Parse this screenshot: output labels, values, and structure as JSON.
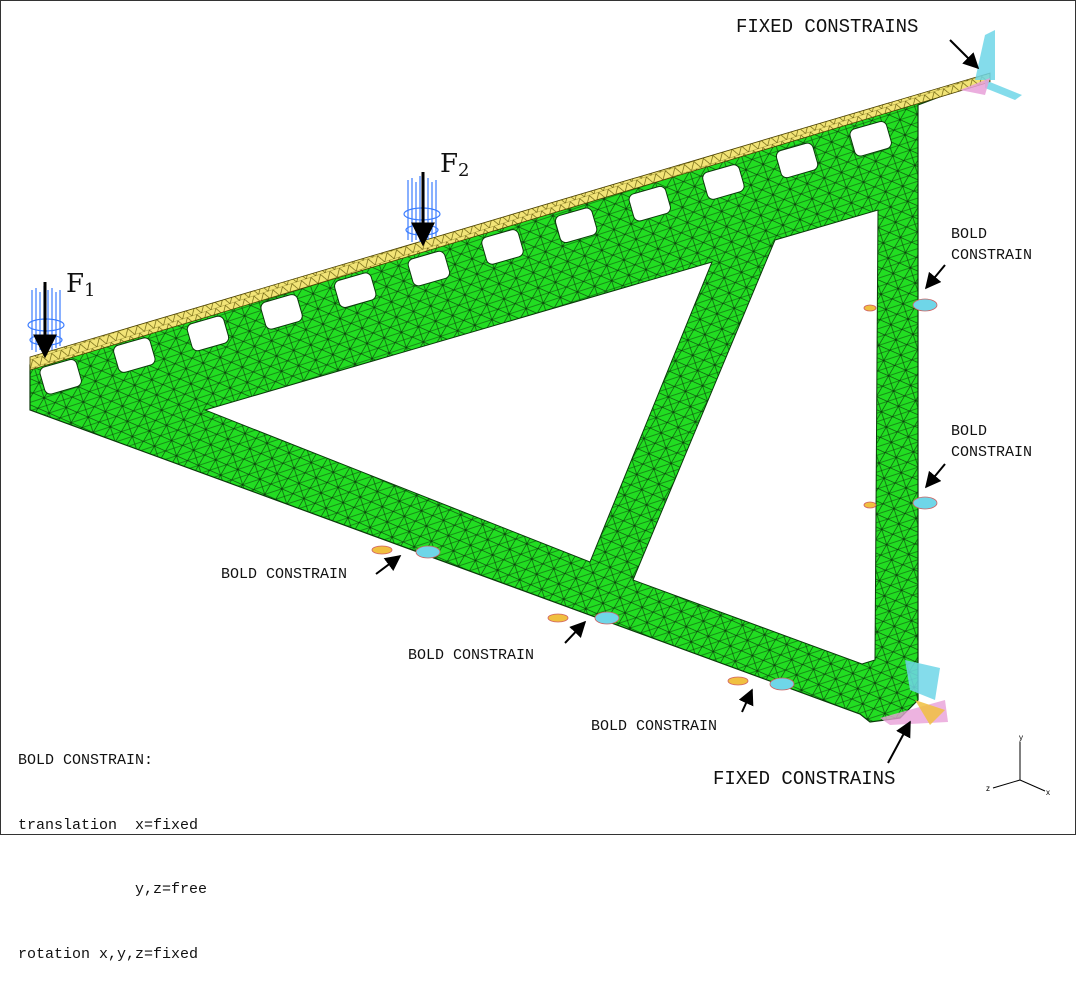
{
  "labels": {
    "fixed_top": "FIXED CONSTRAINS",
    "fixed_bottom": "FIXED CONSTRAINS",
    "bold": "BOLD CONSTRAIN",
    "bold_right_1_line1": "BOLD",
    "bold_right_1_line2": "CONSTRAIN",
    "bold_right_2_line1": "BOLD",
    "bold_right_2_line2": "CONSTRAIN"
  },
  "forces": {
    "f1_base": "F",
    "f1_sub": "1",
    "f2_base": "F",
    "f2_sub": "2"
  },
  "legend": {
    "line1": "BOLD CONSTRAIN:",
    "line2": "translation  x=fixed",
    "line3": "             y,z=free",
    "line4": "rotation x,y,z=fixed"
  },
  "axes": {
    "x": "x",
    "y": "y",
    "z": "z"
  },
  "colors": {
    "mesh_fill": "#22dd22",
    "mesh_line": "#0a3a0a",
    "top_plate": "#f0e070",
    "force_arrows": "#3a7cff",
    "background": "#ffffff"
  }
}
